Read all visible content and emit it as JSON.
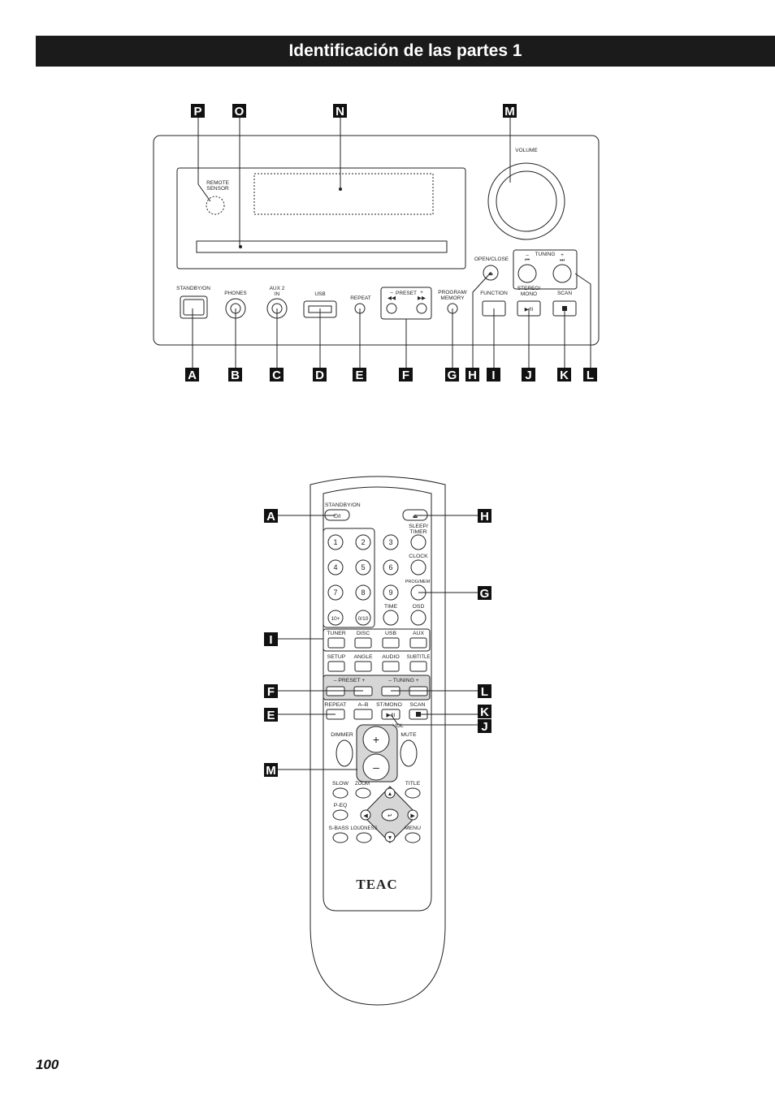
{
  "page": {
    "title": "Identificación de las partes 1",
    "page_number": "100"
  },
  "callout_letters": [
    "A",
    "B",
    "C",
    "D",
    "E",
    "F",
    "G",
    "H",
    "I",
    "J",
    "K",
    "L",
    "M",
    "N",
    "O",
    "P"
  ],
  "unit_labels": {
    "remote_sensor_1": "REMOTE",
    "remote_sensor_2": "SENSOR",
    "volume": "VOLUME",
    "standby_on": "STANDBY/ON",
    "phones": "PHONES",
    "aux2_1": "AUX 2",
    "aux2_2": "IN",
    "usb": "USB",
    "repeat": "REPEAT",
    "preset": "PRESET",
    "program_1": "PROGRAM/",
    "program_2": "MEMORY",
    "open_close": "OPEN/CLOSE",
    "function": "FUNCTION",
    "stereo_1": "STEREO/",
    "stereo_2": "MONO",
    "scan": "SCAN",
    "tuning": "TUNING"
  },
  "remote_labels": {
    "standby_on": "STANDBY/ON",
    "sleep_1": "SLEEP/",
    "sleep_2": "TIMER",
    "clock": "CLOCK",
    "prog_mem": "PROG/MEM",
    "time": "TIME",
    "osd": "OSD",
    "digits": [
      "1",
      "2",
      "3",
      "4",
      "5",
      "6",
      "7",
      "8",
      "9",
      "10+",
      "0/10"
    ],
    "tuner": "TUNER",
    "disc": "DISC",
    "usb": "USB",
    "aux": "AUX",
    "setup": "SETUP",
    "angle": "ANGLE",
    "audio": "AUDIO",
    "subtitle": "SUBTITLE",
    "preset": "– PRESET +",
    "tuning": "– TUNING +",
    "repeat": "REPEAT",
    "a_b": "A–B",
    "st_mono": "ST/MONO",
    "scan": "SCAN",
    "vol": "VOL",
    "dimmer": "DIMMER",
    "mute": "MUTE",
    "slow": "SLOW",
    "zoom": "ZOOM",
    "title": "TITLE",
    "p_eq": "P-EQ",
    "s_bass": "S-BASS",
    "loudness": "LOUDNESS",
    "menu": "MENU",
    "brand": "TEAC"
  }
}
